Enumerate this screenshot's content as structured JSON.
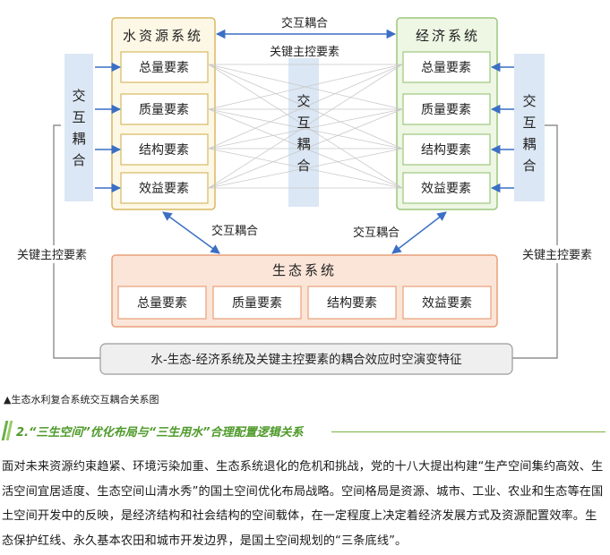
{
  "diagram": {
    "top_coupling": "交互耦合",
    "top_key_factors": "关键主控要素",
    "left_box_title": "水资源系统",
    "right_box_title": "经济系统",
    "factors": [
      "总量要素",
      "质量要素",
      "结构要素",
      "效益要素"
    ],
    "side_coupling": [
      "交",
      "互",
      "耦",
      "合"
    ],
    "left_key_factors": "关键主控要素",
    "right_key_factors": "关键主控要素",
    "mid_left_coupling": "交互耦合",
    "mid_right_coupling": "交互耦合",
    "eco_title": "生态系统",
    "bottom_box": "水-生态-经济系统及关键主控要素的耦合效应时空演变特征",
    "colors": {
      "water_border": "#d8b860",
      "water_fill": "#fdf8e6",
      "econ_border": "#9dc77e",
      "econ_fill": "#eef6e4",
      "eco_border": "#e8a07a",
      "eco_fill": "#fbe5d8",
      "coupling_band": "#dbe7f4",
      "arrow_blue": "#3a6fc4"
    }
  },
  "caption": "▲生态水利复合系统交互耦合关系图",
  "section_title": "2.“三生空间”优化布局与“三生用水”合理配置逻辑关系",
  "paragraph": "面对未来资源约束趋紧、环境污染加重、生态系统退化的危机和挑战，党的十八大提出构建“生产空间集约高效、生活空间宜居适度、生态空间山清水秀”的国土空间优化布局战略。空间格局是资源、城市、工业、农业和生态等在国土空间开发中的反映，是经济结构和社会结构的空间载体，在一定程度上决定着经济发展方式及资源配置效率。生态保护红线、永久基本农田和城市开发边界，是国土空间规划的“三条底线”。"
}
